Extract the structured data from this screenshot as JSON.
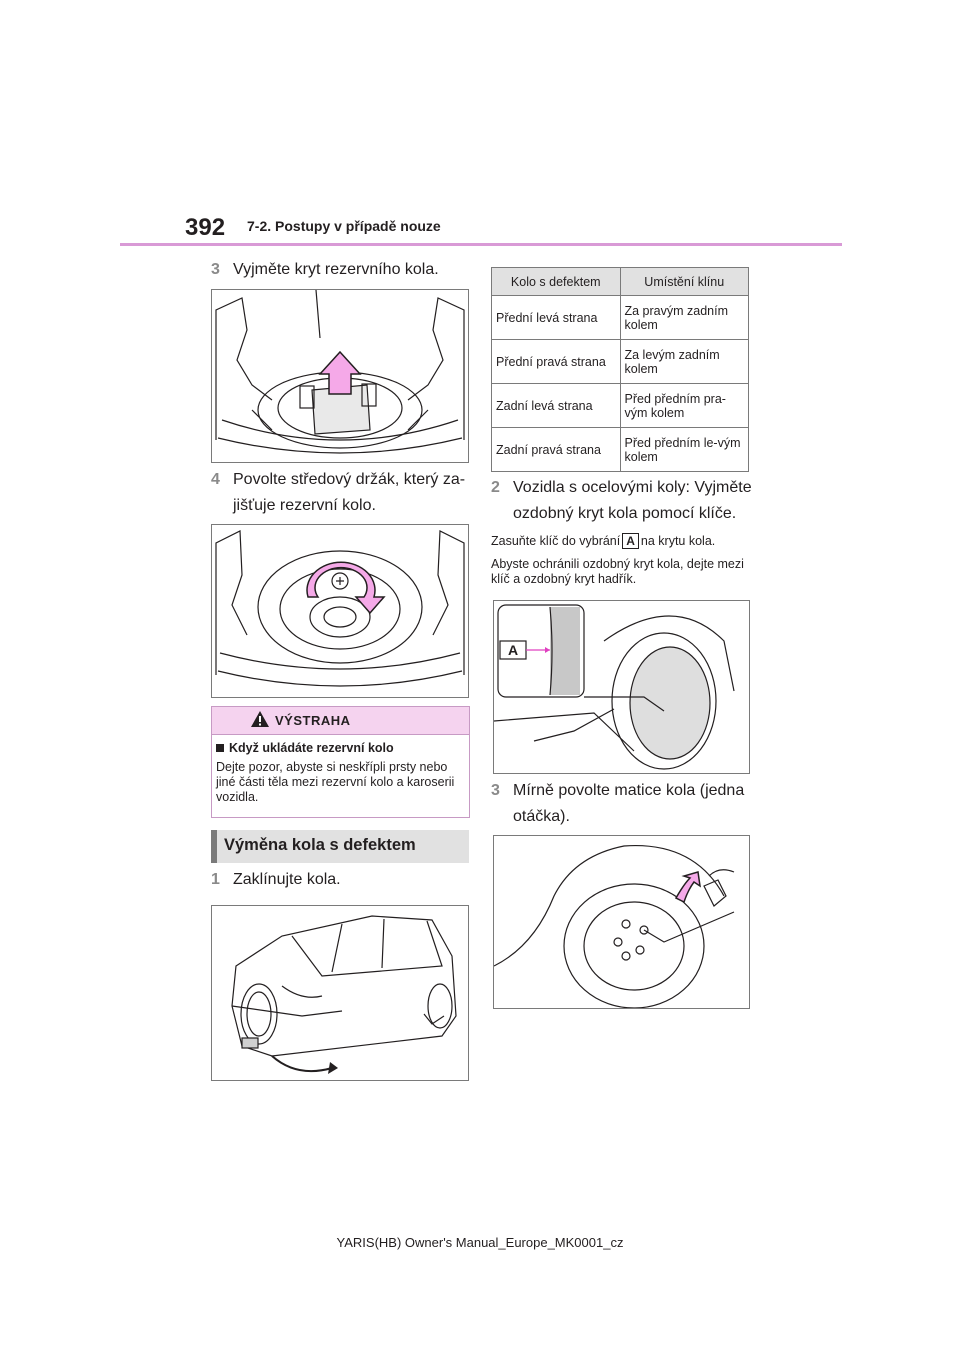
{
  "header": {
    "page_number": "392",
    "section": "7-2. Postupy v případě nouze"
  },
  "left": {
    "step3": {
      "num": "3",
      "text": "Vyjměte kryt rezervního kola."
    },
    "step4": {
      "num": "4",
      "line1": "Povolte středový držák, který za-",
      "line2": "jišťuje rezervní kolo."
    },
    "warning": {
      "title": "VÝSTRAHA",
      "subtitle": "Když ukládáte rezervní kolo",
      "body": "Dejte pozor, abyste si neskřípli prsty nebo jiné části těla mezi rezervní kolo a karoserii vozidla."
    },
    "section_heading": "Výměna kola s defektem",
    "step1": {
      "num": "1",
      "text": "Zaklínujte kola."
    }
  },
  "right": {
    "table": {
      "headers": [
        "Kolo s defektem",
        "Umístění klínu"
      ],
      "rows": [
        [
          "Přední levá strana",
          "Za pravým zadním kolem"
        ],
        [
          "Přední pravá strana",
          "Za levým zadním kolem"
        ],
        [
          "Zadní levá strana",
          "Před předním pra-vým kolem"
        ],
        [
          "Zadní pravá strana",
          "Před předním le-vým kolem"
        ]
      ]
    },
    "step2": {
      "num": "2",
      "line1": "Vozidla s ocelovými koly: Vyjměte",
      "line2": "ozdobný kryt kola pomocí klíče."
    },
    "note1": {
      "before": "Zasuňte klíč do vybrání",
      "badge": "A",
      "after": "na krytu kola."
    },
    "note2": "Abyste ochránili ozdobný kryt kola, dejte mezi klíč a ozdobný kryt hadřík.",
    "figure_label": "A",
    "step3": {
      "num": "3",
      "line1": "Mírně povolte matice kola (jedna",
      "line2": "otáčka)."
    }
  },
  "footer": "YARIS(HB) Owner's Manual_Europe_MK0001_cz",
  "colors": {
    "accent_pink": "#d99ad6",
    "arrow_fill": "#f5a9e8",
    "warning_bg": "#f5d3ef",
    "heading_bg": "#e1e1e1"
  }
}
